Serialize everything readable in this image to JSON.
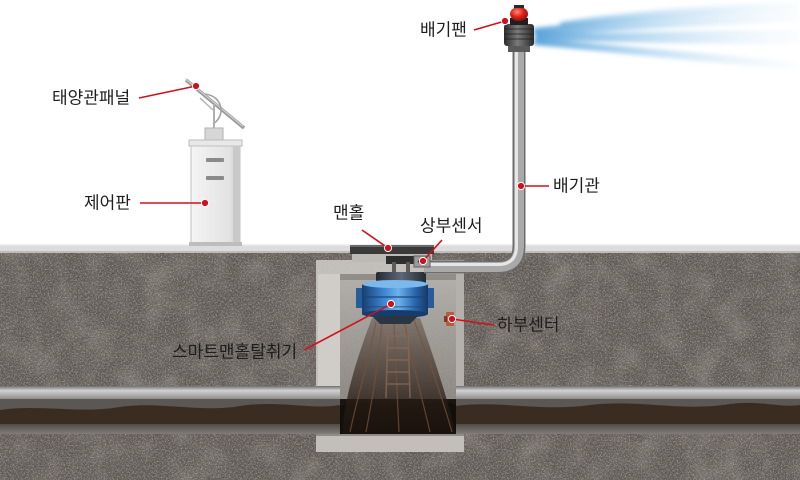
{
  "labels": {
    "exhaust_fan": "배기팬",
    "solar_panel": "태양관패널",
    "control_panel": "제어판",
    "manhole": "맨홀",
    "upper_sensor": "상부센서",
    "exhaust_pipe": "배기관",
    "lower_sensor": "하부센터",
    "smart_deodorizer": "스마트맨홀탈취기"
  },
  "colors": {
    "callout": "#d0101c",
    "label_text": "#1e1e1e",
    "soil": "#59524d",
    "concrete": "#c4c1bc",
    "deodorizer_body": "#2f78c8",
    "fan_light": "#e0231b",
    "airflow": "#8cc3e8"
  }
}
